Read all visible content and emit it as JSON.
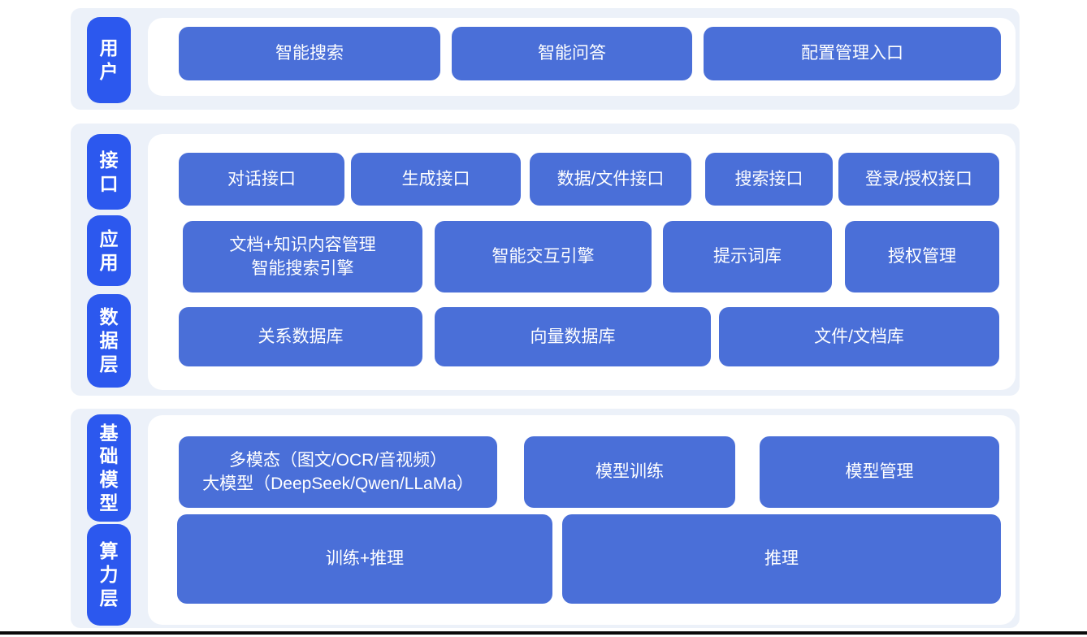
{
  "colors": {
    "pill_blue": "#2c58ee",
    "box_blue": "#4a6fd8",
    "panel_bg": "#ecf1f9",
    "card_bg": "#ffffff",
    "page_bg": "#ffffff",
    "node_text": "#ffffff",
    "footer_bar": "#0a0a0a"
  },
  "sections": [
    {
      "name": "user",
      "rows": [
        {
          "layer": "用户",
          "boxes": [
            "智能搜索",
            "智能问答",
            "配置管理入口"
          ]
        }
      ]
    },
    {
      "name": "middle",
      "rows": [
        {
          "layer": "接口",
          "boxes": [
            "对话接口",
            "生成接口",
            "数据/文件接口",
            "搜索接口",
            "登录/授权接口"
          ]
        },
        {
          "layer": "应用",
          "boxes": [
            "文档+知识内容管理\n智能搜索引擎",
            "智能交互引擎",
            "提示词库",
            "授权管理"
          ]
        },
        {
          "layer": "数据层",
          "boxes": [
            "关系数据库",
            "向量数据库",
            "文件/文档库"
          ]
        }
      ]
    },
    {
      "name": "foundation",
      "rows": [
        {
          "layer": "基础模型",
          "boxes": [
            "多模态（图文/OCR/音视频）\n大模型（DeepSeek/Qwen/LLaMa）",
            "模型训练",
            "模型管理"
          ]
        },
        {
          "layer": "算力层",
          "boxes": [
            "训练+推理",
            "推理"
          ]
        }
      ]
    }
  ]
}
